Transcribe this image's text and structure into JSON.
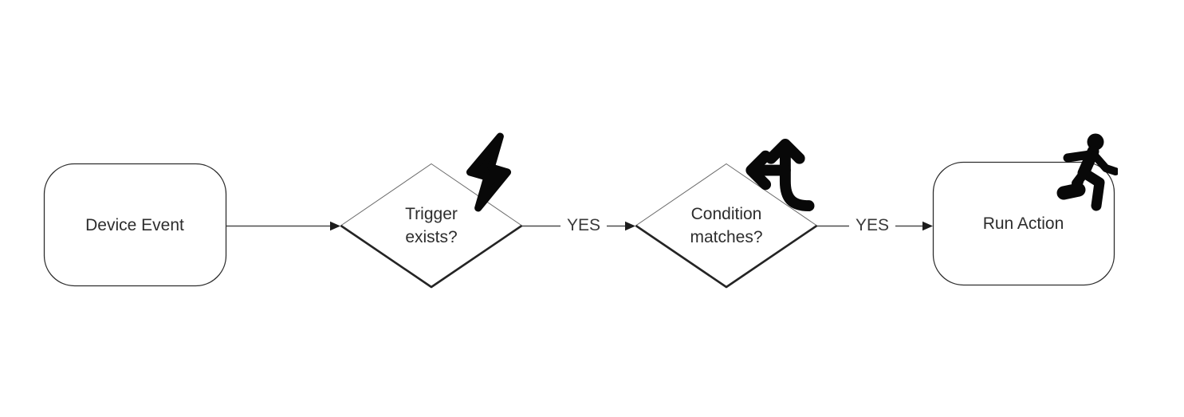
{
  "diagram": {
    "type": "flowchart",
    "direction": "left-to-right",
    "nodes": [
      {
        "id": "device-event",
        "shape": "rounded-rect",
        "label": "Device Event",
        "icon": null
      },
      {
        "id": "trigger-exists",
        "shape": "diamond",
        "label": "Trigger exists?",
        "icon": "bolt-icon"
      },
      {
        "id": "condition-matches",
        "shape": "diamond",
        "label": "Condition matches?",
        "icon": "arrows-split-up-and-left-icon"
      },
      {
        "id": "run-action",
        "shape": "rounded-rect",
        "label": "Run Action",
        "icon": "person-running-icon"
      }
    ],
    "edges": [
      {
        "from": "device-event",
        "to": "trigger-exists",
        "label": ""
      },
      {
        "from": "trigger-exists",
        "to": "condition-matches",
        "label": "YES"
      },
      {
        "from": "condition-matches",
        "to": "run-action",
        "label": "YES"
      }
    ],
    "colors": {
      "background": "#ffffff",
      "shape_border": "#2e2e2e",
      "diamond_bottom_edge": "#242424",
      "connector": "#4d4d4d",
      "arrowhead": "#1c1c1c",
      "text": "#2d2d2d",
      "icon": "#080808"
    }
  }
}
